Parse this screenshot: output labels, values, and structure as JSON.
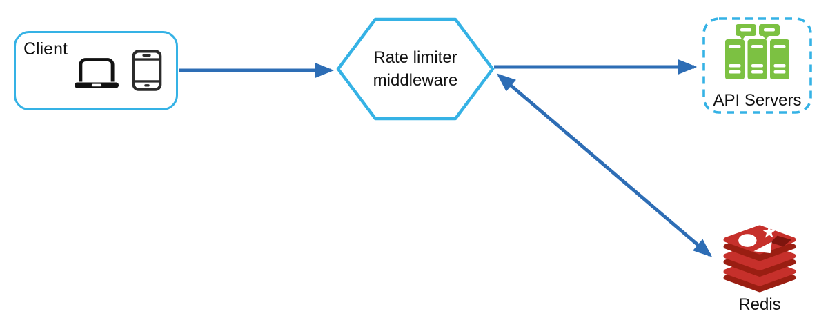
{
  "diagram": {
    "type": "system-architecture",
    "nodes": {
      "client": {
        "label": "Client",
        "shape": "rounded-rectangle",
        "border_style": "solid",
        "icons": [
          "laptop-icon",
          "smartphone-icon"
        ]
      },
      "rate_limiter": {
        "label": "Rate limiter middleware",
        "label_lines": [
          "Rate limiter",
          "middleware"
        ],
        "shape": "hexagon",
        "border_style": "solid"
      },
      "api_servers": {
        "label": "API Servers",
        "shape": "rounded-rectangle",
        "border_style": "dashed",
        "icons": [
          "server-rack-icon"
        ]
      },
      "redis": {
        "label": "Redis",
        "shape": "logo",
        "icons": [
          "redis-stack-icon"
        ]
      }
    },
    "edges": [
      {
        "from": "client",
        "to": "rate_limiter",
        "direction": "one-way"
      },
      {
        "from": "rate_limiter",
        "to": "api_servers",
        "direction": "one-way"
      },
      {
        "from": "rate_limiter",
        "to": "redis",
        "direction": "two-way"
      }
    ],
    "colors": {
      "node_border_blue": "#35b2e5",
      "arrow_blue": "#2d6db5",
      "server_green": "#7cc142",
      "redis_red": "#c6302b",
      "redis_dark_red": "#9a1e12",
      "redis_pyramid_dark": "#7e150e",
      "icon_black": "#111111",
      "text_black": "#111111",
      "background": "#ffffff"
    }
  }
}
